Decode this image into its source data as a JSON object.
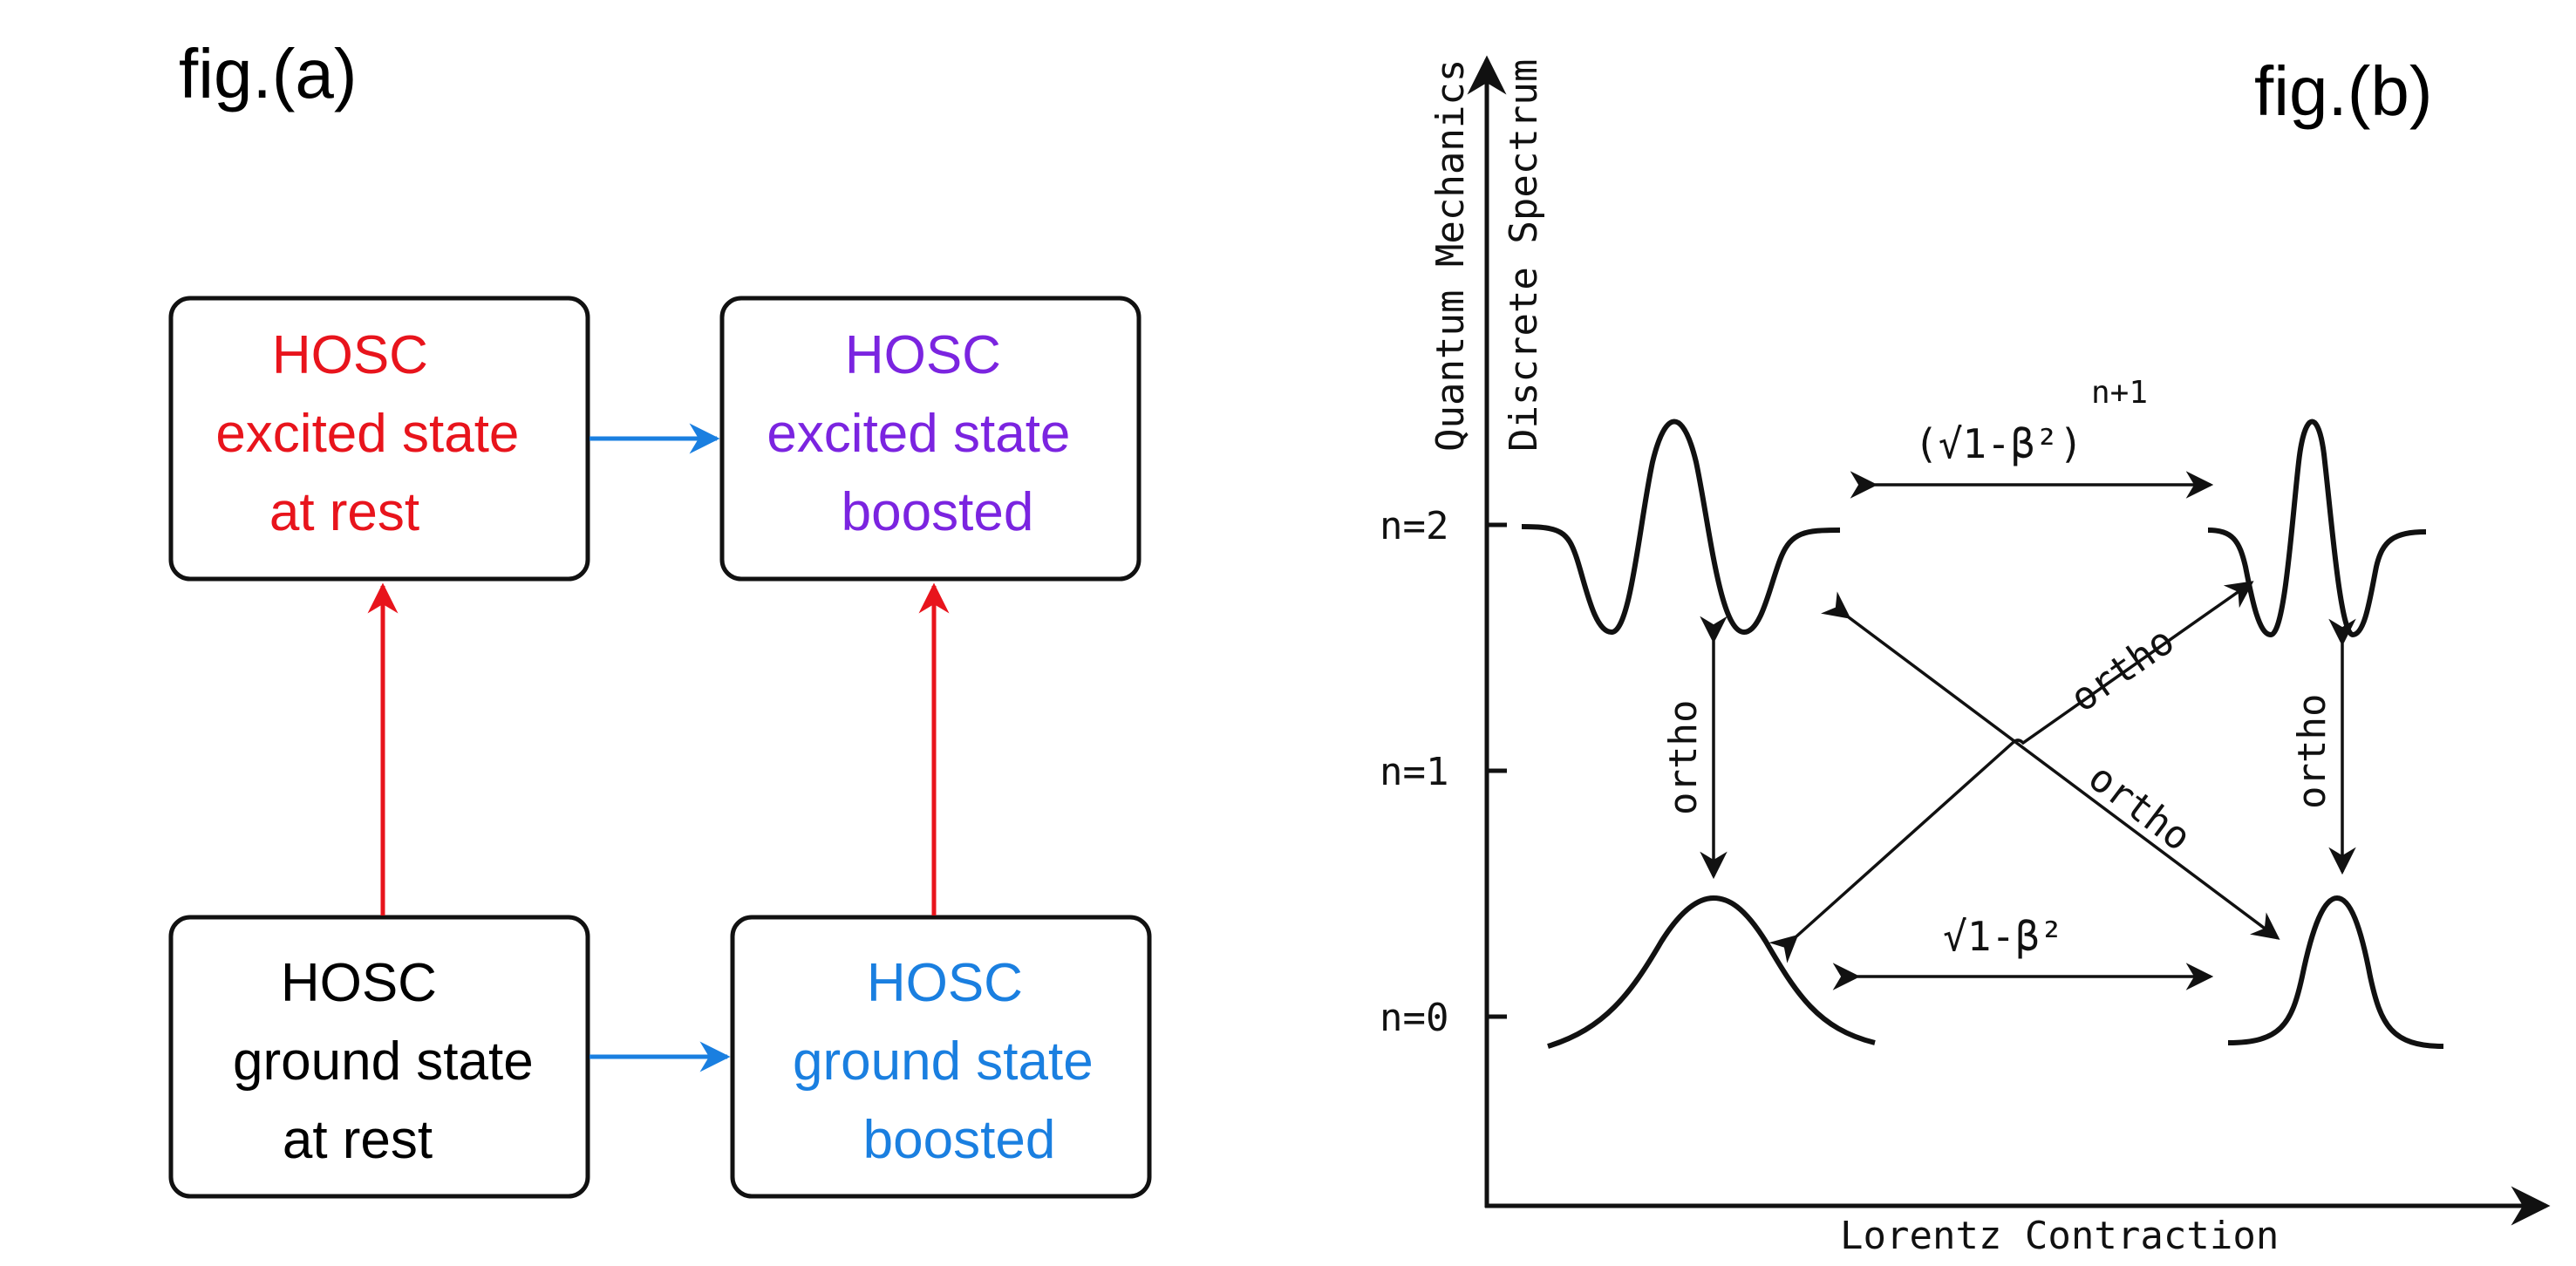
{
  "fig_a": {
    "label": "fig.(a)",
    "boxes": {
      "excited_rest": {
        "lines": [
          "HOSC",
          "excited state",
          "at rest"
        ],
        "color": "#e8141c"
      },
      "excited_boosted": {
        "lines": [
          "HOSC",
          "excited state",
          "boosted"
        ],
        "color": "#7b24e0"
      },
      "ground_rest": {
        "lines": [
          "HOSC",
          "ground state",
          "at rest"
        ],
        "color": "#000000"
      },
      "ground_boosted": {
        "lines": [
          "HOSC",
          "ground state",
          "boosted"
        ],
        "color": "#1a7fe0"
      }
    },
    "arrow_colors": {
      "horizontal": "#1a7fe0",
      "vertical": "#e8141c"
    }
  },
  "fig_b": {
    "label": "fig.(b)",
    "y_axis_label_1": "Quantum Mechanics",
    "y_axis_label_2": "Discrete Spectrum",
    "x_axis_label": "Lorentz Contraction",
    "levels": [
      "n=2",
      "n=1",
      "n=0"
    ],
    "ortho_label": "ortho",
    "top_factor_base": "(√1-β²)",
    "top_factor_exp": "n+1",
    "bottom_factor": "√1-β²"
  }
}
